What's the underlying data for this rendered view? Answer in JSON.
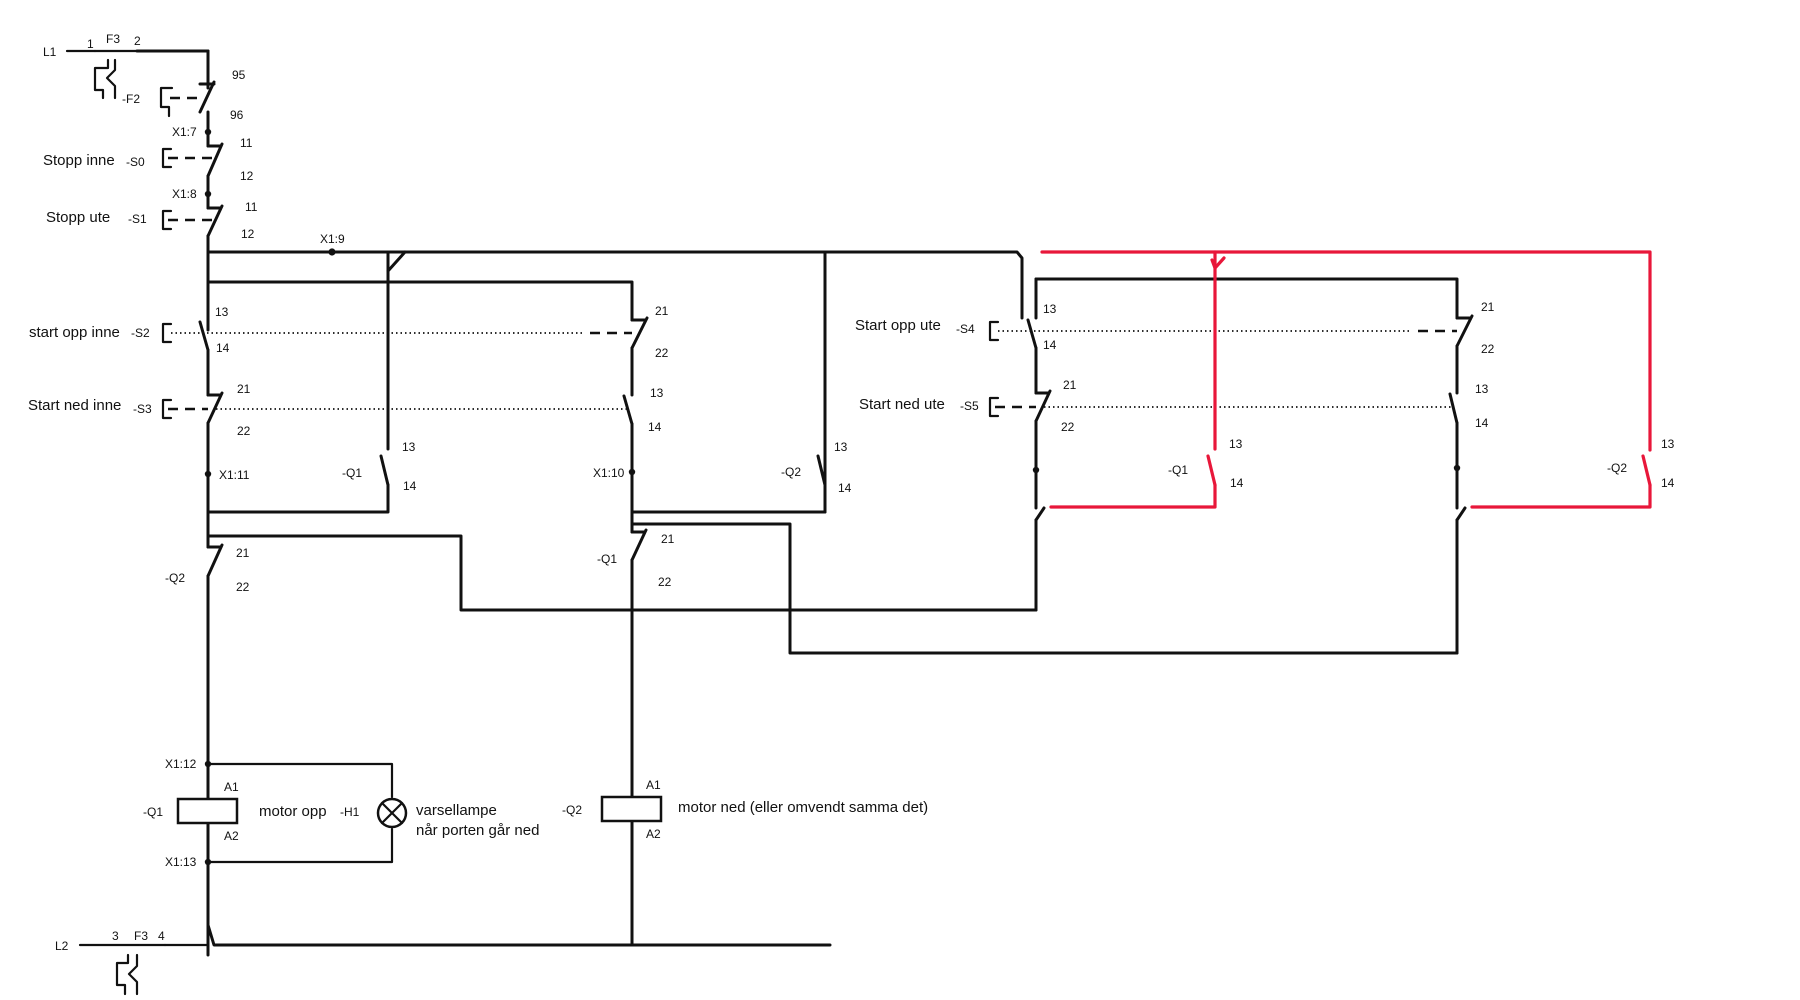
{
  "supply": {
    "l1": "L1",
    "l2": "L2",
    "fuse": "F3",
    "fuse_t1": "1",
    "fuse_t2": "2",
    "fuse_t3": "3",
    "fuse_t4": "4"
  },
  "overload": {
    "name": "-F2",
    "t95": "95",
    "t96": "96"
  },
  "terminals": {
    "x17": "X1:7",
    "x18": "X1:8",
    "x19": "X1:9",
    "x110": "X1:10",
    "x111": "X1:11",
    "x112": "X1:12",
    "x113": "X1:13"
  },
  "stop_inside": {
    "label": "Stopp inne",
    "ref": "-S0",
    "t11": "11",
    "t12": "12"
  },
  "stop_outside": {
    "label": "Stopp ute",
    "ref": "-S1",
    "t11": "11",
    "t12": "12"
  },
  "start_up_inside": {
    "label": "start opp inne",
    "ref": "-S2",
    "t13": "13",
    "t14": "14",
    "t21": "21",
    "t22": "22"
  },
  "start_down_inside": {
    "label": "Start ned inne",
    "ref": "-S3",
    "t21": "21",
    "t22": "22",
    "t13": "13",
    "t14": "14"
  },
  "start_up_outside": {
    "label": "Start opp ute",
    "ref": "-S4",
    "t13": "13",
    "t14": "14",
    "t21": "21",
    "t22": "22"
  },
  "start_down_outside": {
    "label": "Start ned ute",
    "ref": "-S5",
    "t21": "21",
    "t22": "22",
    "t13": "13",
    "t14": "14"
  },
  "q1_hold1": {
    "ref": "-Q1",
    "t13": "13",
    "t14": "14"
  },
  "q2_hold1": {
    "ref": "-Q2",
    "t13": "13",
    "t14": "14"
  },
  "q1_hold2": {
    "ref": "-Q1",
    "t13": "13",
    "t14": "14"
  },
  "q2_hold2": {
    "ref": "-Q2",
    "t13": "13",
    "t14": "14"
  },
  "q2_interlock": {
    "ref": "-Q2",
    "t21": "21",
    "t22": "22"
  },
  "q1_interlock": {
    "ref": "-Q1",
    "t21": "21",
    "t22": "22"
  },
  "coil_q1": {
    "ref": "-Q1",
    "a1": "A1",
    "a2": "A2",
    "label": "motor opp"
  },
  "lamp": {
    "ref": "-H1",
    "label_line1": "varsellampe",
    "label_line2": "når porten går ned"
  },
  "coil_q2": {
    "ref": "-Q2",
    "a1": "A1",
    "a2": "A2",
    "label": "motor ned (eller omvendt samma det)"
  },
  "colors": {
    "wire": "#111111",
    "highlight": "#e8173a",
    "background": "#ffffff"
  }
}
